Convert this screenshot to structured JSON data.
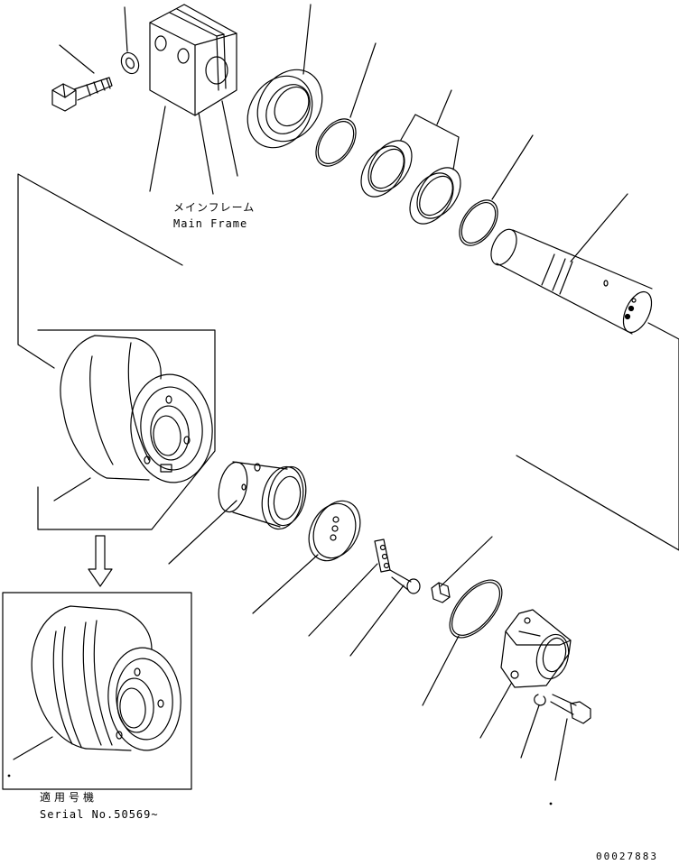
{
  "labels": {
    "main_frame_jp": "メインフレーム",
    "main_frame_en": "Main Frame",
    "serial_jp": "適用号機",
    "serial_en": "Serial No.50569~",
    "doc_number": "00027883"
  },
  "colors": {
    "line": "#000000",
    "background": "#ffffff"
  }
}
